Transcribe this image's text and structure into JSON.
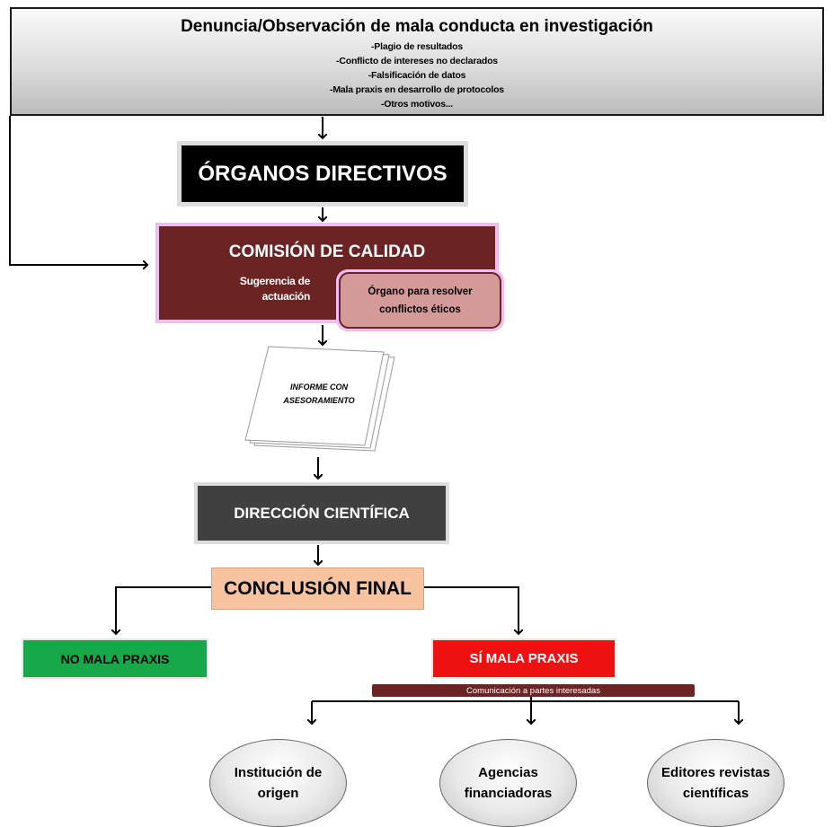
{
  "header": {
    "title": "Denuncia/Observación de mala conducta en investigación",
    "items": [
      "-Plagio de resultados",
      "-Conflicto de intereses no declarados",
      "-Falsificación de datos",
      "-Mala praxis en desarrollo de protocolos",
      "-Otros motivos..."
    ]
  },
  "organos": {
    "label": "ÓRGANOS DIRECTIVOS"
  },
  "comision": {
    "title": "COMISIÓN DE CALIDAD",
    "suggestion_line1": "Sugerencia de",
    "suggestion_line2": "actuación",
    "organ_line1": "Órgano para resolver",
    "organ_line2": "conflictos éticos"
  },
  "informe": {
    "line1": "INFORME CON",
    "line2": "ASESORAMIENTO"
  },
  "direccion": {
    "label": "DIRECCIÓN CIENTÍFICA"
  },
  "conclusion": {
    "label": "CONCLUSIÓN FINAL"
  },
  "outcomes": {
    "no": "NO MALA PRAXIS",
    "si": "SÍ MALA PRAXIS"
  },
  "communication": {
    "label": "Comunicación a partes interesadas"
  },
  "recipients": [
    {
      "line1": "Institución de",
      "line2": "origen"
    },
    {
      "line1": "Agencias",
      "line2": "financiadoras"
    },
    {
      "line1": "Editores revistas",
      "line2": "científicas"
    }
  ],
  "colors": {
    "organos_bg": "#000000",
    "comision_bg": "#6b2323",
    "comision_border": "#f0bdf0",
    "organo_bg": "#d49a9a",
    "direccion_bg": "#404040",
    "conclusion_bg": "#f8c4a0",
    "no_mala_bg": "#17a84a",
    "si_mala_bg": "#ee1111"
  }
}
